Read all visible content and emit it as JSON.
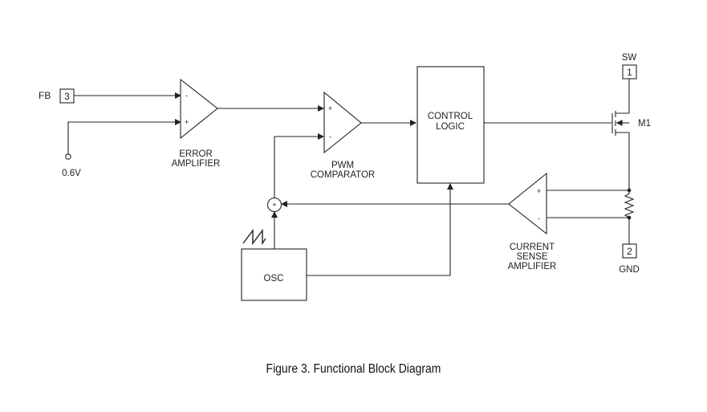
{
  "pins": {
    "fb": {
      "label": "FB",
      "number": "3"
    },
    "sw": {
      "label": "SW",
      "number": "1"
    },
    "gnd": {
      "label": "GND",
      "number": "2"
    }
  },
  "reference": {
    "label": "0.6V"
  },
  "blocks": {
    "error_amplifier": {
      "line1": "ERROR",
      "line2": "AMPLIFIER",
      "minus": "-",
      "plus": "+"
    },
    "pwm_comparator": {
      "line1": "PWM",
      "line2": "COMPARATOR",
      "minus": "-",
      "plus": "+"
    },
    "control_logic": {
      "line1": "CONTROL",
      "line2": "LOGIC"
    },
    "current_sense_amplifier": {
      "line1": "CURRENT",
      "line2": "SENSE",
      "line3": "AMPLIFIER",
      "minus": "-",
      "plus": "+"
    },
    "summing_node": {
      "symbol": "+"
    },
    "oscillator": {
      "label": "OSC"
    },
    "mosfet": {
      "label": "M1"
    }
  },
  "caption": "Figure 3. Functional Block Diagram",
  "colors": {
    "line": "#222222",
    "background": "#ffffff"
  }
}
